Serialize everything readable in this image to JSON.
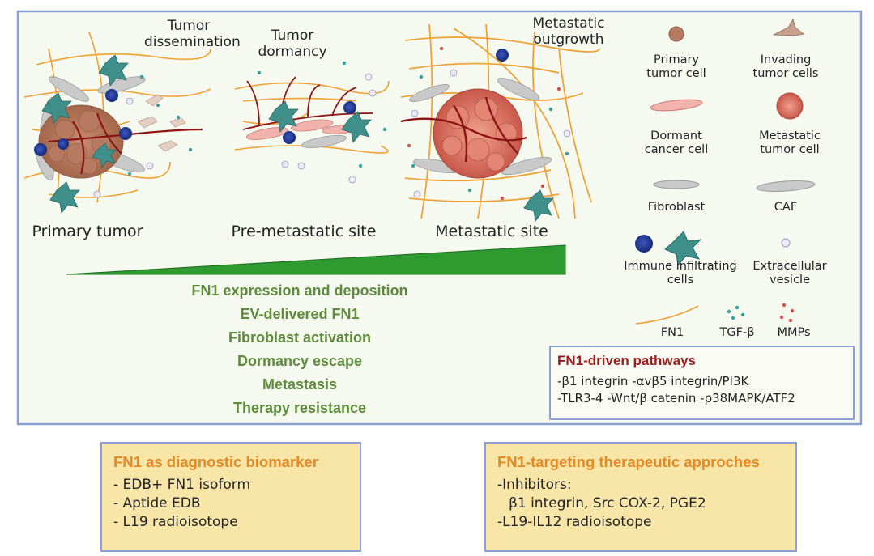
{
  "stages": {
    "tumor_dissemination": "Tumor dissemination",
    "tumor_dormancy": "Tumor dormancy",
    "metastatic_outgrowth": "Metastatic outgrowth",
    "primary_tumor": "Primary tumor",
    "pre_metastatic_site": "Pre-metastatic site",
    "metastatic_site": "Metastatic site"
  },
  "legend": {
    "primary_tumor_cell": "Primary tumor cell",
    "invading_tumor_cells": "Invading tumor cells",
    "dormant_cancer_cell": "Dormant cancer cell",
    "metastatic_tumor_cell": "Metastatic tumor cell",
    "fibroblast": "Fibroblast",
    "caf": "CAF",
    "immune_cells": "Immune infiltrating cells",
    "extracellular_vesicle": "Extracellular vesicle",
    "fn1": "FN1",
    "tgf_beta": "TGF-β",
    "mmps": "MMPs"
  },
  "effects": [
    "FN1 expression and deposition",
    "EV-delivered FN1",
    "Fibroblast activation",
    "Dormancy escape",
    "Metastasis",
    "Therapy resistance"
  ],
  "pathways": {
    "title": "FN1-driven pathways",
    "lines": [
      "-β1 integrin -αvβ5 integrin/PI3K",
      "-TLR3-4 -Wnt/β catenin -p38MAPK/ATF2"
    ]
  },
  "biomarker": {
    "title": "FN1 as diagnostic biomarker",
    "items": [
      "- EDB+ FN1 isoform",
      "- Aptide EDB",
      "- L19 radioisotope"
    ]
  },
  "therapy": {
    "title": "FN1-targeting therapeutic approches",
    "items": [
      "-Inhibitors:",
      "β1 integrin, Src  COX-2, PGE2",
      "-L19-IL12  radioisotope"
    ]
  },
  "colors": {
    "panel_border": "#8aa0d6",
    "panel_bg": "#f5f9f0",
    "fiber": "#f0a030",
    "green_text": "#5e8b3c",
    "wedge": "#2e9a30",
    "pathway_title": "#9b1c1c",
    "box_title": "#e58a24",
    "box_bg": "#f8e5a8"
  }
}
